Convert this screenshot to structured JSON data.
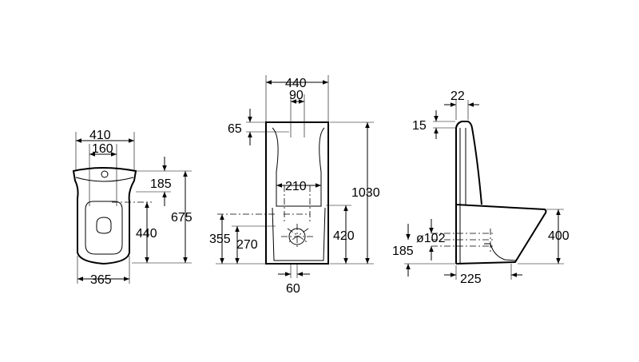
{
  "front_view": {
    "width_top": "410",
    "width_inlet": "160",
    "width_base": "365",
    "height_seat": "185",
    "height_mid": "440",
    "height_total": "675"
  },
  "rear_view": {
    "width_tank": "440",
    "width_holes": "90",
    "top_offset": "65",
    "width_inner": "210",
    "height_total": "1030",
    "height_355": "355",
    "height_270": "270",
    "height_420": "420",
    "width_bottom": "60"
  },
  "side_view": {
    "tank_depth": "22",
    "tank_top": "15",
    "outlet_dia": "ø102",
    "outlet_height": "185",
    "depth_225": "225",
    "height_400": "400"
  }
}
